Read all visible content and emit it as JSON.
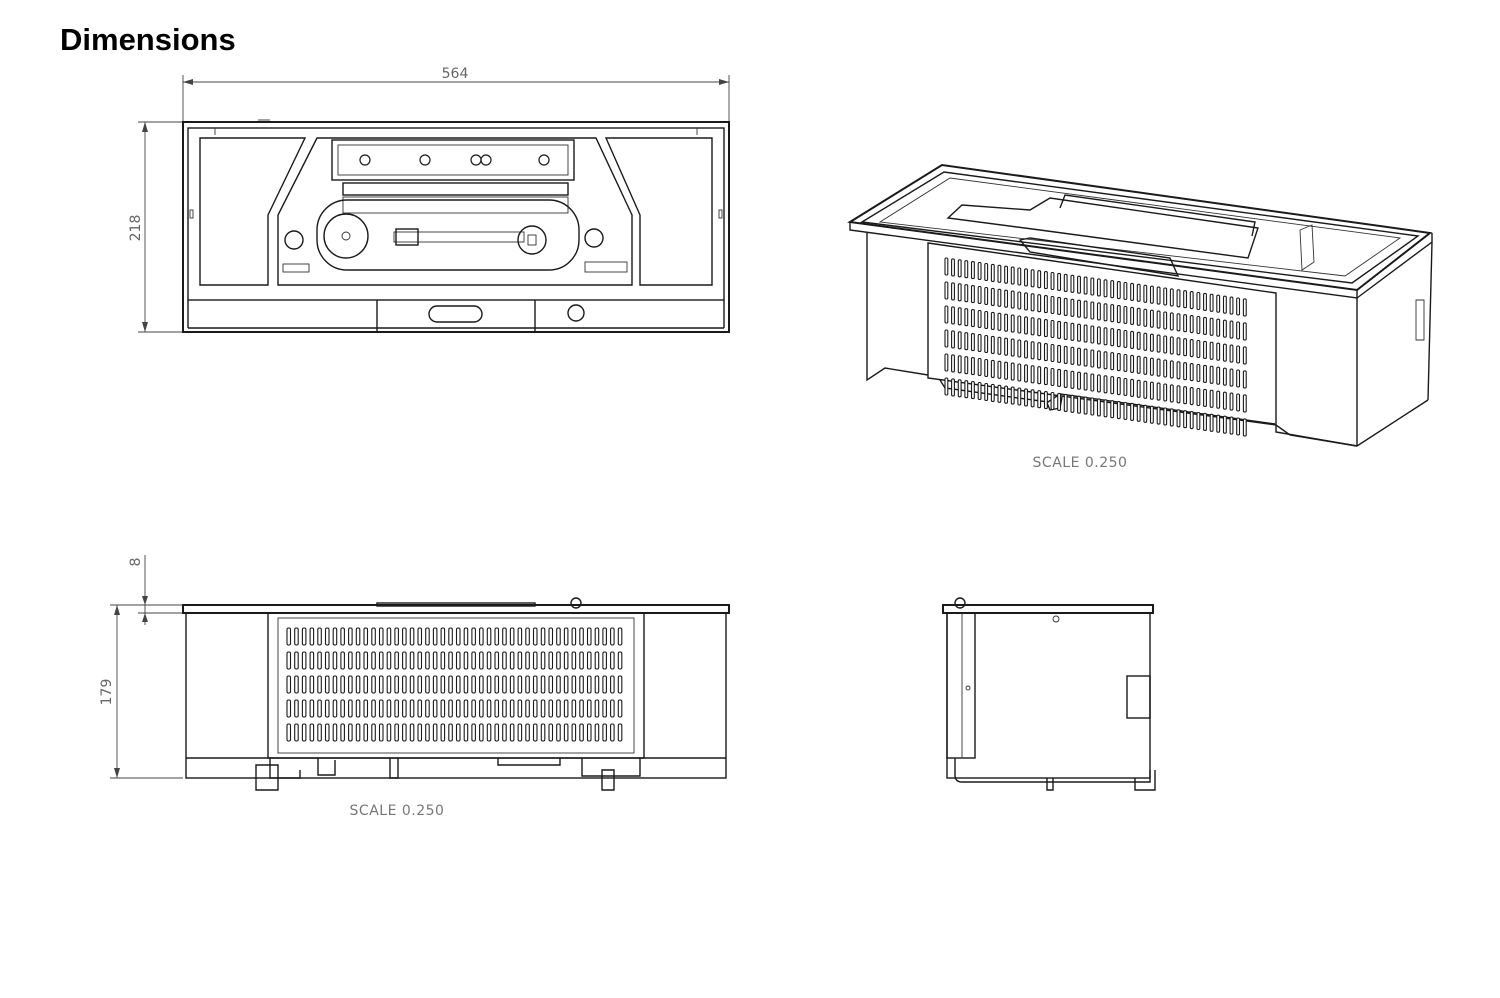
{
  "page": {
    "title": "Dimensions"
  },
  "views": {
    "top": {
      "width_dim": "564",
      "depth_dim": "218"
    },
    "iso": {
      "scale_label": "SCALE  0.250"
    },
    "front": {
      "top_dim": "8",
      "height_dim": "179",
      "scale_label": "SCALE  0.250"
    },
    "side": {}
  }
}
